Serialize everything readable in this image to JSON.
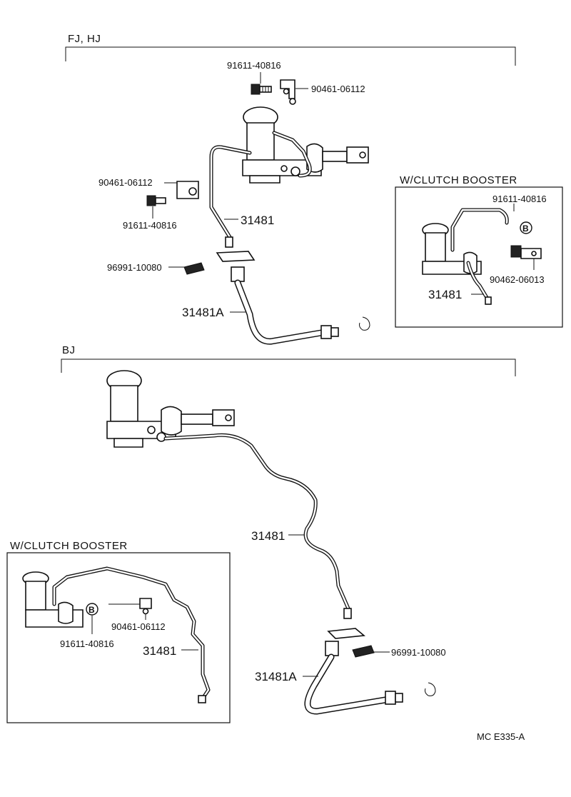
{
  "sections": {
    "top": {
      "title": "FJ, HJ"
    },
    "bottom": {
      "title": "BJ"
    }
  },
  "boxes": {
    "top_booster": {
      "title": "W/CLUTCH  BOOSTER"
    },
    "bottom_booster": {
      "title": "W/CLUTCH  BOOSTER"
    }
  },
  "labels": {
    "fj_bolt_top": "91611-40816",
    "fj_clip_top": "90461-06112",
    "fj_clip_left": "90461-06112",
    "fj_bolt_left": "91611-40816",
    "fj_tube": "31481",
    "fj_plate": "96991-10080",
    "fj_hose": "31481A",
    "tb_bolt": "91611-40816",
    "tb_clip": "90462-06013",
    "tb_tube": "31481",
    "bj_tube": "31481",
    "bj_hose": "31481A",
    "bj_plate": "96991-10080",
    "bb_clip": "90461-06112",
    "bb_bolt": "91611-40816",
    "bb_tube": "31481"
  },
  "markers": {
    "bolt_ref": "B"
  },
  "footer": {
    "code": "MC  E335-A"
  }
}
